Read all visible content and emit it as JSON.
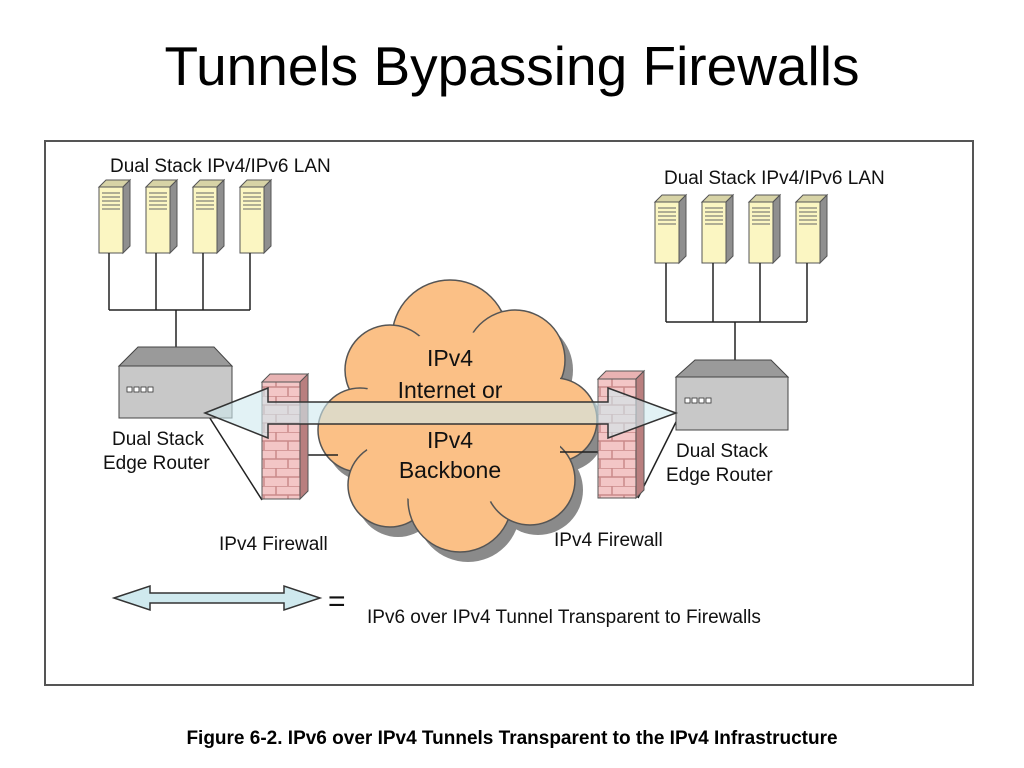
{
  "slide": {
    "title": "Tunnels Bypassing Firewalls"
  },
  "diagram": {
    "left_lan_label": "Dual Stack IPv4/IPv6 LAN",
    "right_lan_label": "Dual Stack IPv4/IPv6 LAN",
    "left_router_label_line1": "Dual Stack",
    "left_router_label_line2": "Edge Router",
    "right_router_label_line1": "Dual Stack",
    "right_router_label_line2": "Edge Router",
    "left_firewall_label": "IPv4 Firewall",
    "right_firewall_label": "IPv4 Firewall",
    "cloud_lines": [
      "IPv4",
      "Internet or",
      "IPv4",
      "Backbone"
    ],
    "legend_equals": "=",
    "legend_text": "IPv6 over IPv4 Tunnel Transparent to Firewalls"
  },
  "caption": "Figure 6-2.  IPv6 over IPv4 Tunnels Transparent to the IPv4 Infrastructure",
  "colors": {
    "server_fill": "#fbf6c2",
    "cloud_fill": "#fbc086",
    "firewall_fill": "#f3c6c6",
    "firewall_brick": "#c98a8a",
    "router_fill": "#c8c8c8",
    "tunnel_fill": "#cfe9ee"
  }
}
